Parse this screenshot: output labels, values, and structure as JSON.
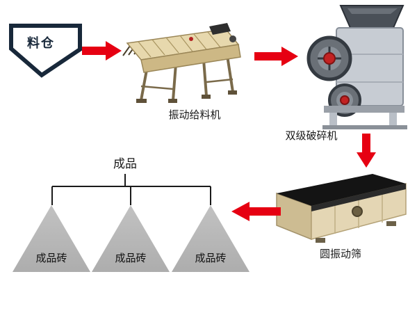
{
  "diagram": {
    "silo": {
      "label": "料仓"
    },
    "feeder": {
      "label": "振动给料机"
    },
    "crusher": {
      "label": "双级破碎机"
    },
    "screen": {
      "label": "圆振动筛"
    },
    "products": {
      "group_label": "成品",
      "items": [
        {
          "label": "成品砖"
        },
        {
          "label": "成品砖"
        },
        {
          "label": "成品砖"
        }
      ]
    },
    "arrows": [
      {
        "name": "silo-to-feeder",
        "direction": "right"
      },
      {
        "name": "feeder-to-crusher",
        "direction": "right"
      },
      {
        "name": "crusher-to-screen",
        "direction": "down"
      },
      {
        "name": "screen-to-products",
        "direction": "left"
      }
    ],
    "colors": {
      "arrow_red": "#e60012",
      "silo_outline": "#18283a",
      "triangle_gray": "#b4b4b4",
      "label_text": "#1a1a1a",
      "machine_beige": "#e4d6b4",
      "machine_gray": "#c7ccd3",
      "flywheel_hub_red": "#c32222",
      "screen_top_black": "#141414"
    }
  }
}
